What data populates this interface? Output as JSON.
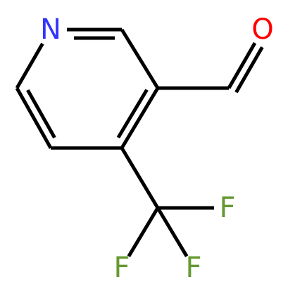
{
  "molecule": {
    "atoms": {
      "n1": {
        "symbol": "N"
      },
      "c2": {
        "symbol": ""
      },
      "c3": {
        "symbol": ""
      },
      "c4": {
        "symbol": ""
      },
      "c5": {
        "symbol": ""
      },
      "c6": {
        "symbol": ""
      },
      "cho": {
        "symbol": ""
      },
      "o": {
        "symbol": "O"
      },
      "cf3": {
        "symbol": ""
      },
      "f1": {
        "symbol": "F"
      },
      "f2": {
        "symbol": "F"
      },
      "f3": {
        "symbol": "F"
      }
    },
    "bonds": [
      {
        "from": "n1",
        "to": "c2",
        "order": 2
      },
      {
        "from": "c2",
        "to": "c3",
        "order": 1
      },
      {
        "from": "c3",
        "to": "c4",
        "order": 2
      },
      {
        "from": "c4",
        "to": "c5",
        "order": 1
      },
      {
        "from": "c5",
        "to": "c6",
        "order": 2
      },
      {
        "from": "c6",
        "to": "n1",
        "order": 1
      },
      {
        "from": "c3",
        "to": "cho",
        "order": 1
      },
      {
        "from": "cho",
        "to": "o",
        "order": 2
      },
      {
        "from": "c4",
        "to": "cf3",
        "order": 1
      },
      {
        "from": "cf3",
        "to": "f1",
        "order": 1
      },
      {
        "from": "cf3",
        "to": "f2",
        "order": 1
      },
      {
        "from": "cf3",
        "to": "f3",
        "order": 1
      }
    ],
    "colors": {
      "bond": "#000000",
      "N": "#3333ff",
      "O": "#ff0000",
      "F": "#669933"
    }
  }
}
